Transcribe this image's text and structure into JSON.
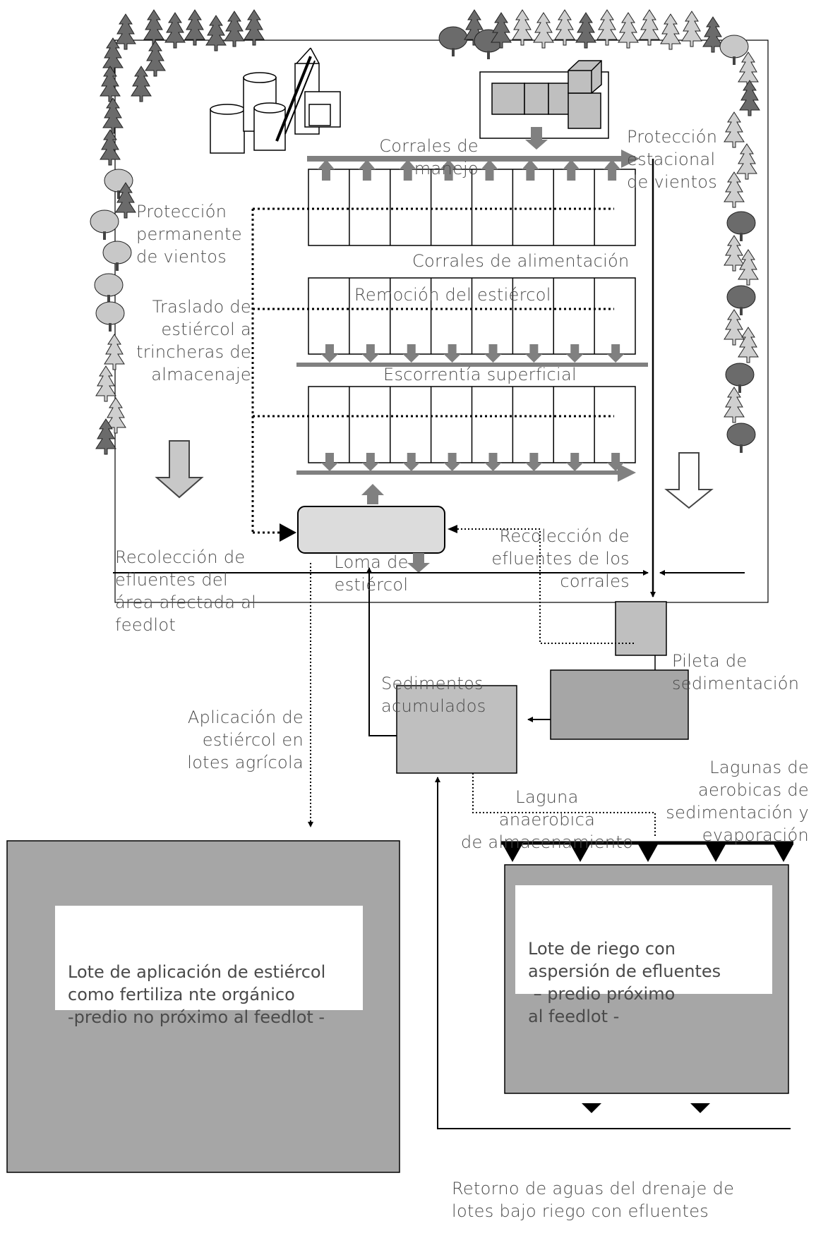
{
  "labels": {
    "corrales_manejo": [
      "Corrales de",
      "manejo"
    ],
    "proteccion_estacional": [
      "Protección",
      "estacional",
      "de vientos"
    ],
    "proteccion_permanente": [
      "Protección",
      "permanente",
      "de vientos"
    ],
    "traslado": [
      "Traslado de",
      "estiércol a",
      "trincheras de",
      "almacenaje"
    ],
    "corrales_alimentacion": "Corrales de alimentación",
    "remocion": "Remoción del estiércol",
    "escorrentia": "Escorrentía superficial",
    "recoleccion_corrales": [
      "Recolección de",
      "efluentes de los",
      "corrales"
    ],
    "recoleccion_area": [
      "Recolección de",
      "efluentes del",
      "área afectada al",
      "feedlot"
    ],
    "loma": [
      "Loma de",
      "estiércol"
    ],
    "pileta": [
      "Pileta de",
      "sedimentación"
    ],
    "sedimentos": [
      "Sedimentos",
      "acumulados"
    ],
    "aplicacion": [
      "Aplicación de",
      "estiércol en",
      "lotes agrícola"
    ],
    "lagunas_aerobicas": [
      "Lagunas de",
      "aerobicas de",
      "sedimentación y",
      "evaporación"
    ],
    "laguna_anaerobica": [
      "Laguna",
      "anaerobica",
      "de almacenamiento"
    ],
    "lote_aplicacion": [
      "Lote de aplicación de estiércol",
      "como fertiliza nte orgánico",
      "-predio no próximo al feedlot -"
    ],
    "lote_riego": [
      "Lote de riego con",
      "aspersión de efluentes",
      " – predio próximo",
      "al feedlot -"
    ],
    "retorno": [
      "Retorno de aguas del drenaje de",
      "lotes bajo riego con efluentes"
    ]
  },
  "colors": {
    "line": "#000000",
    "arrow_gray": "#808080",
    "box_gray": "#bfbfbf",
    "field_gray": "#a6a6a6",
    "tree_dark": "#6b6b6b",
    "tree_light": "#c8c8c8",
    "text": "#4a4a4a"
  }
}
